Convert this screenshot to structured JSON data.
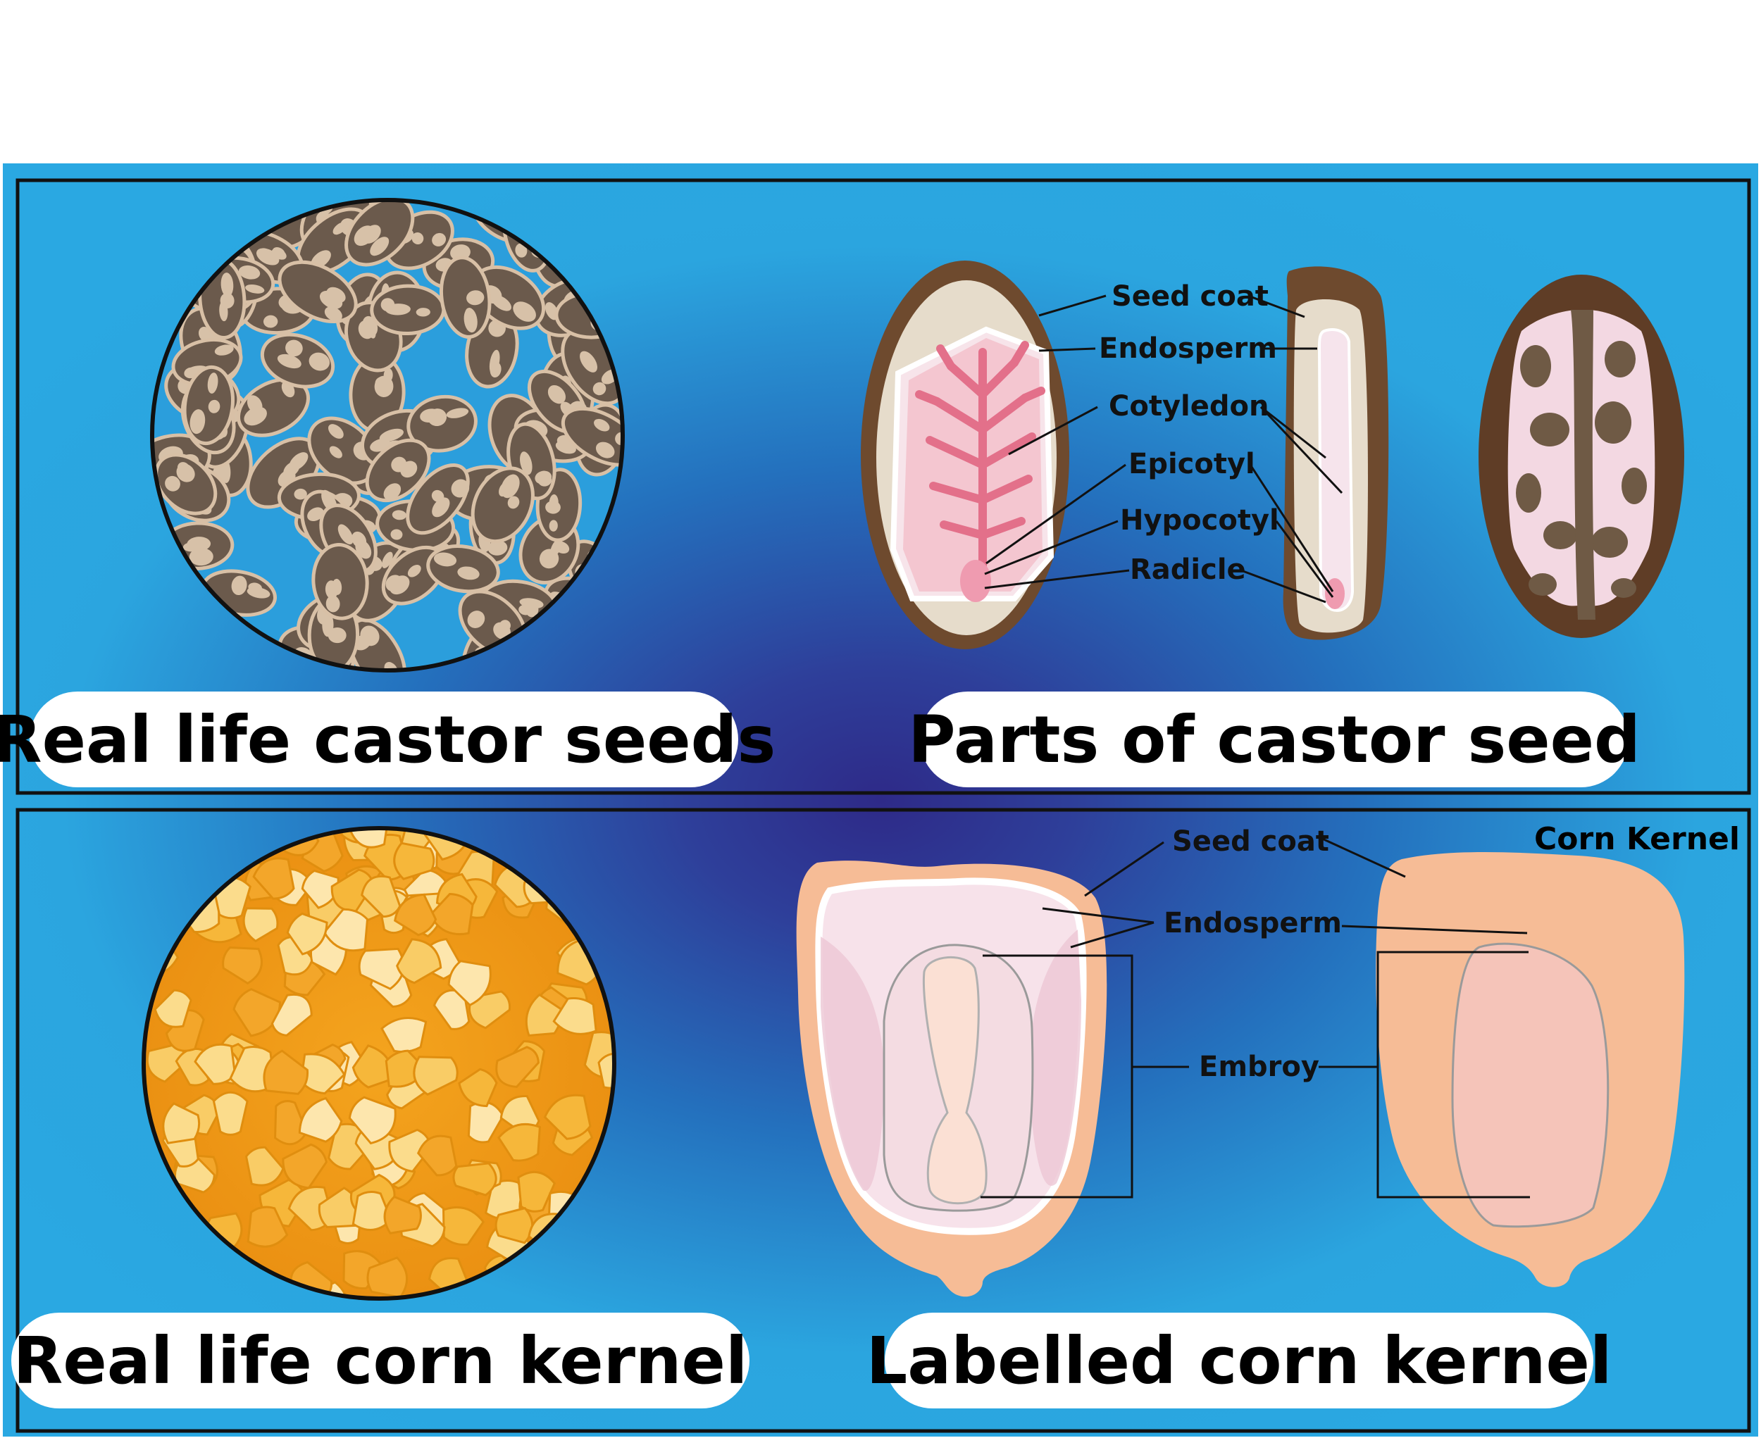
{
  "titles": {
    "castor_real": "Real life castor seeds",
    "castor_parts": "Parts of castor seed",
    "corn_real": "Real life corn kernel",
    "corn_labelled": "Labelled corn kernel"
  },
  "castor_labels": {
    "seed_coat": "Seed coat",
    "endosperm": "Endosperm",
    "cotyledon": "Cotyledon",
    "epicotyl": "Epicotyl",
    "hypocotyl": "Hypocotyl",
    "radicle": "Radicle"
  },
  "corn_labels": {
    "seed_coat": "Seed coat",
    "endosperm": "Endosperm",
    "embryo": "Embroy",
    "corn_kernel_title": "Corn Kernel"
  },
  "colors": {
    "background_light": "#2aa8e2",
    "background_dark": "#2e2a88",
    "seed_coat_brown": "#6e4a2e",
    "endosperm_cream": "#e6dccb",
    "cotyledon_pink": "#f4c6d0",
    "vein_pink": "#e3708a",
    "corn_peach": "#f6bc96",
    "corn_yellow": "#f2a320"
  }
}
